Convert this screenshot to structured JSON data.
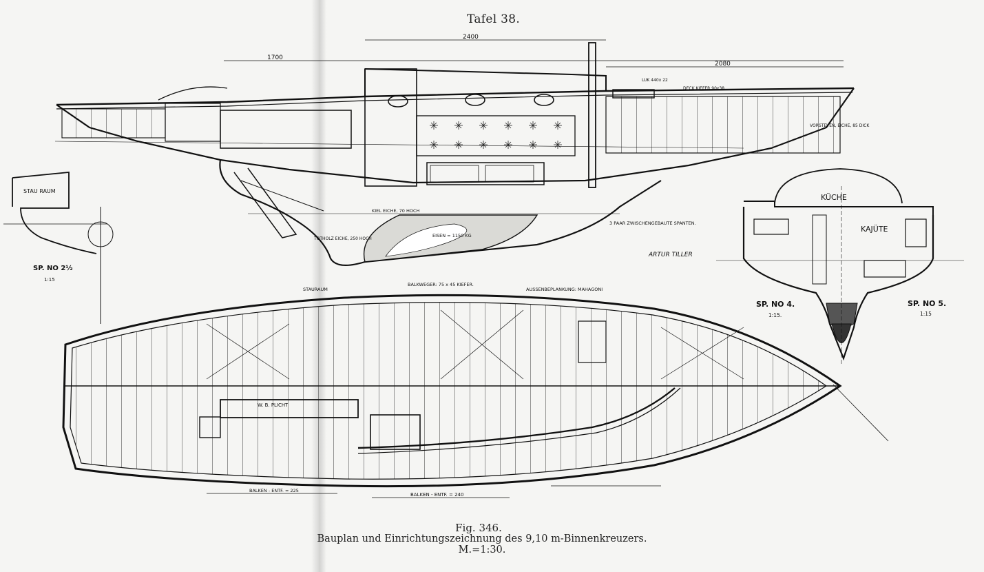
{
  "plate_title": "Tafel 38.",
  "figure": {
    "number": "Fig. 346.",
    "caption": "Bauplan und Einrichtungszeichnung des 9,10 m-Binnenkreuzers. M.=1:30."
  },
  "labels": {
    "stauraum_top": "STAURAUM",
    "stau_raum_side": "STAU RAUM",
    "kiel": "KIEL EICHE, 70 HOCH",
    "totholz": "TOTHOLZ EICHE, 250 HOCH",
    "eisen": "EISEN = 1150 KG",
    "artur_tiller": "ARTUR TILLER",
    "kuche": "KÜCHE",
    "kajute": "KAJÜTE",
    "sp4": "SP. NO 4.",
    "sp4_scale": "1:15.",
    "sp5": "SP. NO 5.",
    "sp5_scale": "1:15",
    "sp2": "SP. NO 2½",
    "sp2_scale": "1:15",
    "wb_plicht": "W. B. PLICHT",
    "balkwegerl": "BALKWEGER: 75 x 45 KIEFER.",
    "aussenhaut": "AUSSENBEPLANKUNG: MAHAGONI",
    "dim_2400": "2400",
    "dim_2080": "2080",
    "dim_1700": "1700",
    "balken_225": "BALKEN - ENTF. = 225",
    "balken_240": "BALKEN - ENTF. = 240",
    "vorsteven": "VORSTEVEN, EICHE, 85 DICK",
    "spanten": "3 PAAR ZWISCHENGEBAUTE SPANTEN.",
    "deck": "DECK KIEFER 90x38",
    "luk": "LUK 440x 22"
  }
}
